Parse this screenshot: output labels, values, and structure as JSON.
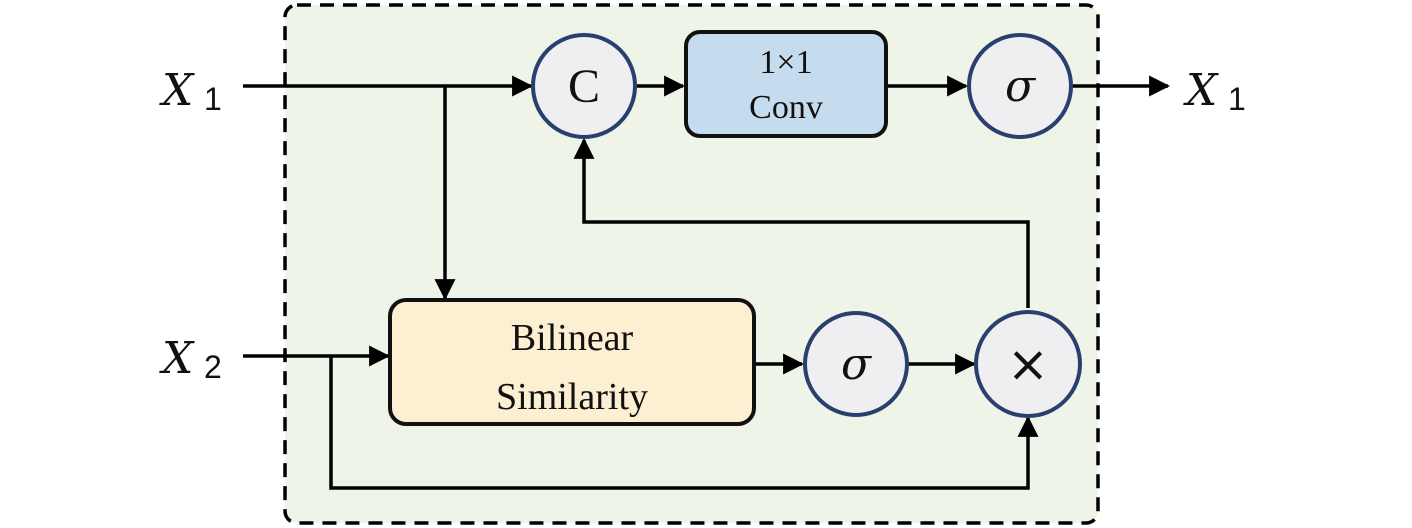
{
  "inputs": {
    "x1": {
      "main": "X",
      "sub": "1"
    },
    "x2": {
      "main": "X",
      "sub": "2"
    }
  },
  "output": {
    "main": "X",
    "sub": "1"
  },
  "nodes": {
    "concat": "C",
    "conv": {
      "line1": "1×1",
      "line2": "Conv"
    },
    "sigma_top": "σ",
    "bilinear": {
      "line1": "Bilinear",
      "line2": "Similarity"
    },
    "sigma_bottom": "σ",
    "multiply": "×"
  },
  "colors": {
    "module_fill": "#eef5e8",
    "circle_fill": "#efeff1",
    "circle_stroke": "#2b3f6e",
    "conv_fill": "#c5dcee",
    "bilinear_fill": "#fcefd2",
    "line": "#000000"
  }
}
